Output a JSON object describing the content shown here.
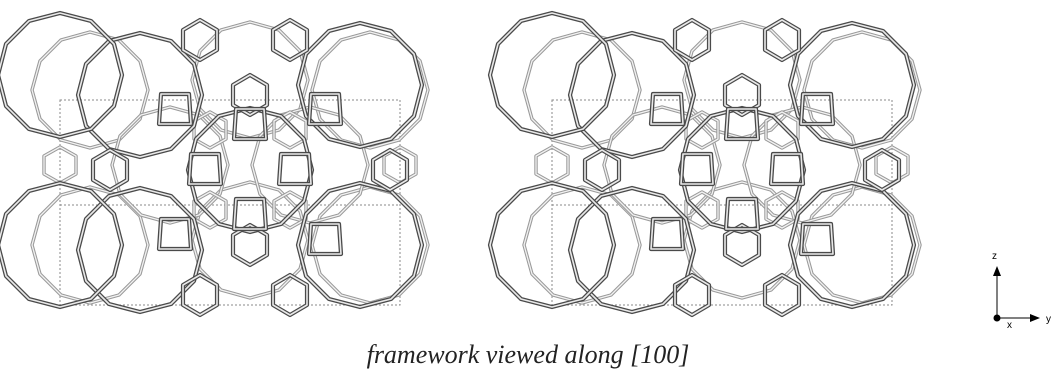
{
  "caption": "framework viewed along [100]",
  "axes": {
    "z_label": "z",
    "x_label": "x",
    "y_label": "y"
  }
}
